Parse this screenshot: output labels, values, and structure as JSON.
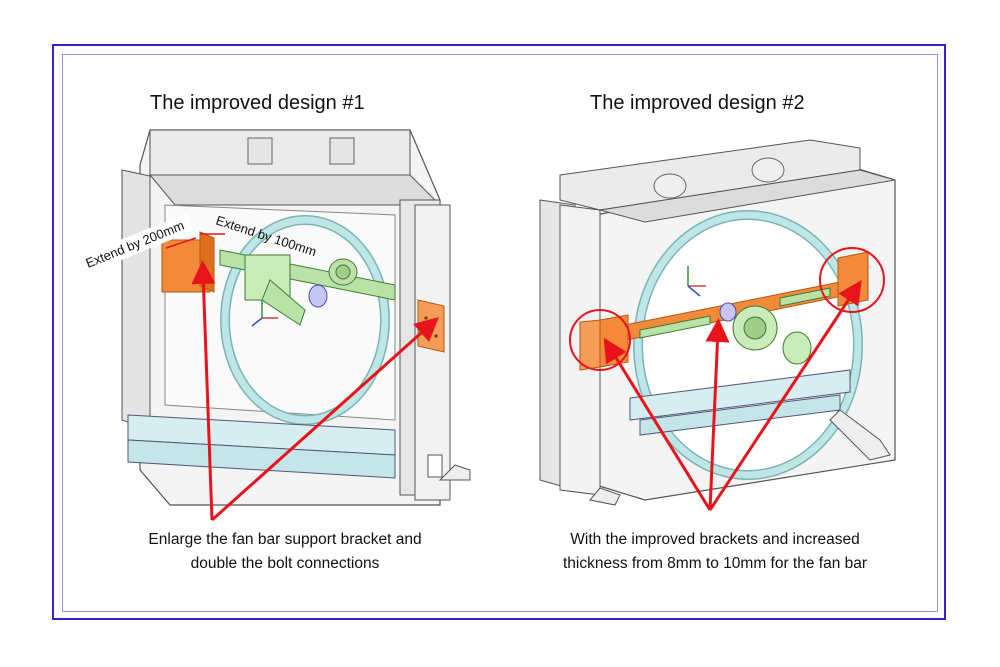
{
  "design1": {
    "title": "The improved design #1",
    "dimension_label_1": "Extend by 200mm",
    "dimension_label_2": "Extend by 100mm",
    "caption_line1": "Enlarge the fan bar support bracket and",
    "caption_line2": "double the bolt connections"
  },
  "design2": {
    "title": "The improved design #2",
    "caption_line1": "With the improved brackets and increased",
    "caption_line2": "thickness from 8mm to 10mm for the fan bar"
  },
  "colors": {
    "frame": "#3d1fd1",
    "arrow": "#e8141c",
    "bracket": "#f28a3a",
    "fan_bar_green": "#b9e3a6",
    "ring_teal": "#bfe6e6"
  }
}
